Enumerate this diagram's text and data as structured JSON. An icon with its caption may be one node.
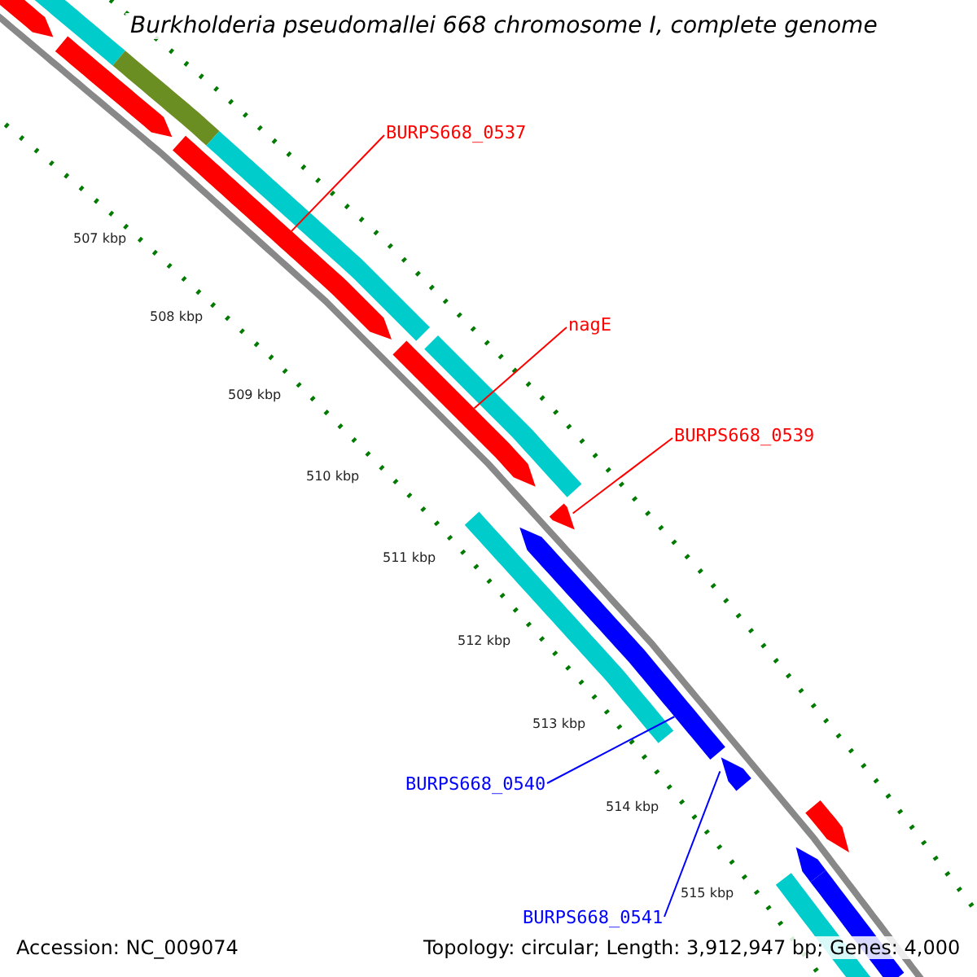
{
  "diagram": {
    "title": "Burkholderia pseudomallei 668 chromosome I, complete genome",
    "nodes": [
      {
        "text": [
          "BURPS668_0537"
        ]
      },
      {
        "text": [],
        "shape": "arrow"
      },
      {
        "text": [
          "nagE"
        ]
      },
      {
        "text": [],
        "shape": "arrow"
      },
      {
        "text": [
          "BURPS668_0539"
        ]
      },
      {
        "text": [],
        "shape": "arrow"
      },
      {
        "text": [
          "BURPS668_0540"
        ]
      },
      {
        "text": [],
        "shape": "arrow"
      },
      {
        "text": [
          "BURPS668_0541"
        ]
      },
      {
        "text": [],
        "shape": "arrow"
      }
    ],
    "edges": [
      {
        "from": 0,
        "to": 1,
        "arrow": "none"
      },
      {
        "from": 2,
        "to": 3,
        "arrow": "none"
      },
      {
        "from": 4,
        "to": 5,
        "arrow": "none"
      },
      {
        "from": 6,
        "to": 7,
        "arrow": "none",
        "color": "#0000ff"
      },
      {
        "from": 8,
        "to": 9,
        "arrow": "none",
        "color": "#0000ff"
      }
    ],
    "labels": [
      "507 kbp",
      "508 kbp",
      "509 kbp",
      "510 kbp",
      "511 kbp",
      "512 kbp",
      "513 kbp",
      "514 kbp",
      "515 kbp",
      "Accession: NC_009074",
      "Topology: circular; Length: 3,912,947 bp; Genes: 4,000"
    ]
  }
}
